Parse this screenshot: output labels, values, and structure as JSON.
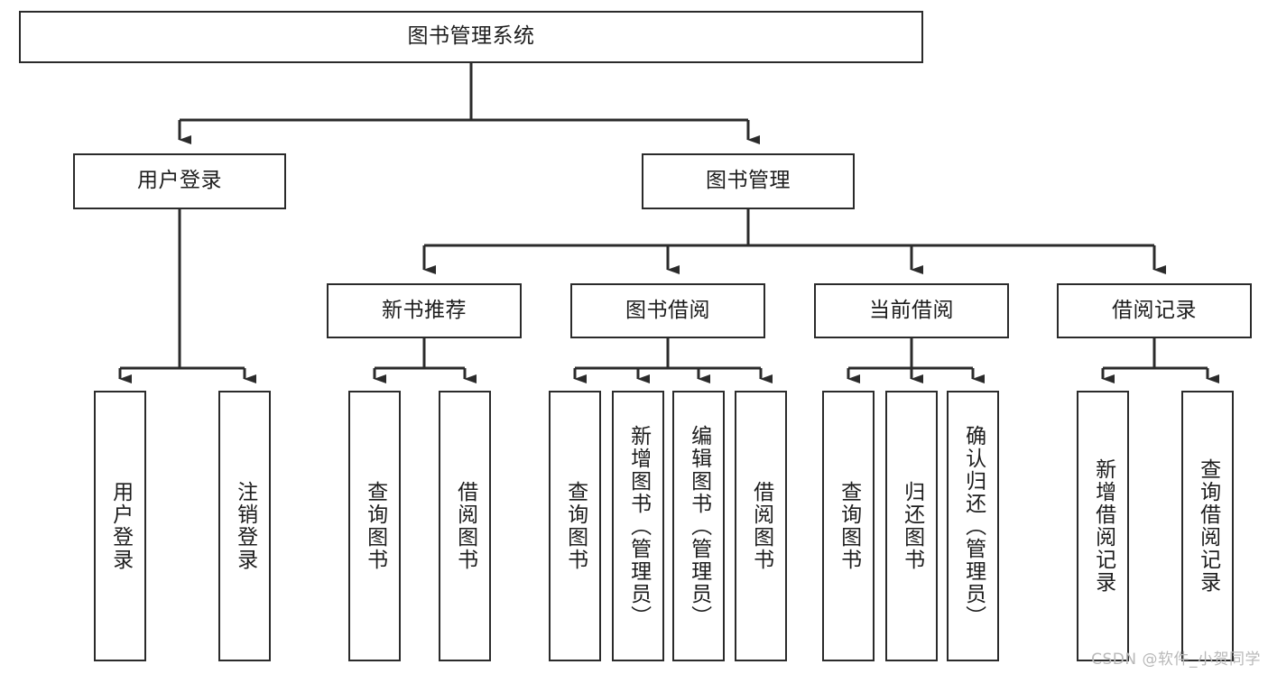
{
  "diagram": {
    "title": "图书管理系统",
    "type": "tree-hierarchy",
    "watermark": "CSDN @软件_小贺同学",
    "colors": {
      "box_border": "#2b2b2b",
      "box_fill": "#ffffff",
      "connector": "#2b2b2b",
      "text": "#1d1d1d",
      "watermark": "#b9b9b9"
    }
  },
  "nodes": {
    "root": {
      "label": "图书管理系统"
    },
    "level2": [
      {
        "id": "user-login",
        "label": "用户登录"
      },
      {
        "id": "book-manage",
        "label": "图书管理"
      }
    ],
    "level3": [
      {
        "id": "new-book-recommend",
        "label": "新书推荐"
      },
      {
        "id": "book-borrow",
        "label": "图书借阅"
      },
      {
        "id": "current-borrow",
        "label": "当前借阅"
      },
      {
        "id": "borrow-record",
        "label": "借阅记录"
      }
    ],
    "leaves": {
      "user-login": [
        {
          "id": "leaf-user-login",
          "label": "用户登录"
        },
        {
          "id": "leaf-user-logout",
          "label": "注销登录"
        }
      ],
      "new-book-recommend": [
        {
          "id": "leaf-query-book-1",
          "label": "查询图书"
        },
        {
          "id": "leaf-borrow-book-1",
          "label": "借阅图书"
        }
      ],
      "book-borrow": [
        {
          "id": "leaf-query-book-2",
          "label": "查询图书"
        },
        {
          "id": "leaf-add-book",
          "label": "新增图书（管理员）"
        },
        {
          "id": "leaf-edit-book",
          "label": "编辑图书（管理员）"
        },
        {
          "id": "leaf-borrow-book-2",
          "label": "借阅图书"
        }
      ],
      "current-borrow": [
        {
          "id": "leaf-query-book-3",
          "label": "查询图书"
        },
        {
          "id": "leaf-return-book",
          "label": "归还图书"
        },
        {
          "id": "leaf-confirm-return",
          "label": "确认归还（管理员）"
        }
      ],
      "borrow-record": [
        {
          "id": "leaf-add-record",
          "label": "新增借阅记录"
        },
        {
          "id": "leaf-query-record",
          "label": "查询借阅记录"
        }
      ]
    }
  }
}
